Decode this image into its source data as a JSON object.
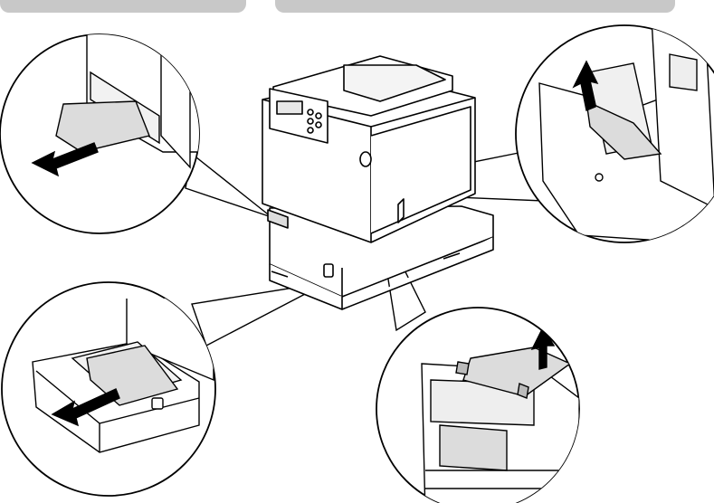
{
  "figure": {
    "subject": "printer-paper-jam-locations",
    "callouts": [
      {
        "id": "rear-output",
        "arrow": "left"
      },
      {
        "id": "rear-cover",
        "arrow": "up"
      },
      {
        "id": "paper-tray",
        "arrow": "left"
      },
      {
        "id": "fuser-front",
        "arrow": "up"
      }
    ],
    "colors": {
      "line": "#000000",
      "tab": "#c8c8c8",
      "paper": "#d9d9d9",
      "background": "#ffffff"
    }
  }
}
